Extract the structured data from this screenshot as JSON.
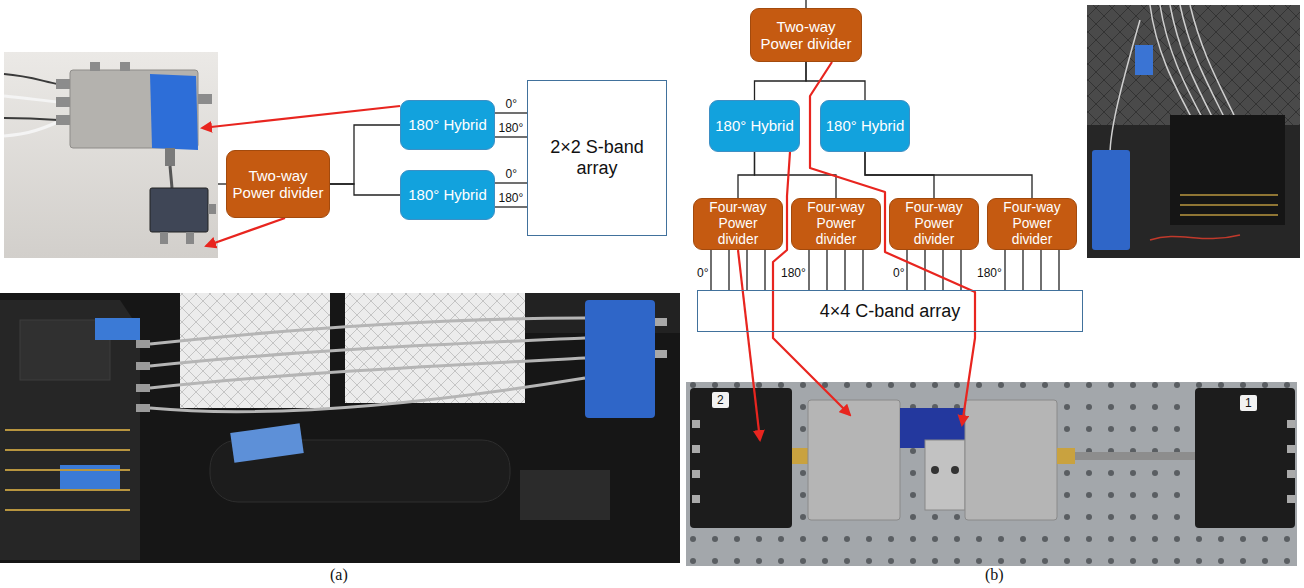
{
  "diagram": {
    "nodes": [
      {
        "text": [
          "Two-way Power divider"
        ]
      },
      {
        "text": [
          "180° Hybrid"
        ]
      },
      {
        "text": [
          "180° Hybrid"
        ]
      },
      {
        "text": [
          "2×2 S-band array"
        ]
      },
      {
        "text": [
          "Two-way Power divider"
        ]
      },
      {
        "text": [
          "180° Hybrid"
        ]
      },
      {
        "text": [
          "180° Hybrid"
        ]
      },
      {
        "text": [
          "Four-way Power divider"
        ]
      },
      {
        "text": [
          "Four-way Power divider"
        ]
      },
      {
        "text": [
          "Four-way Power divider"
        ]
      },
      {
        "text": [
          "Four-way Power divider"
        ]
      },
      {
        "text": [
          "4×4 C-band array"
        ]
      }
    ],
    "edges": [
      {
        "from": 0,
        "to": 1,
        "arrow": "none"
      },
      {
        "from": 0,
        "to": 2,
        "arrow": "none"
      },
      {
        "from": 1,
        "to": 3,
        "label": "0°",
        "arrow": "none"
      },
      {
        "from": 1,
        "to": 3,
        "label": "180°",
        "arrow": "none"
      },
      {
        "from": 2,
        "to": 3,
        "label": "0°",
        "arrow": "none"
      },
      {
        "from": 2,
        "to": 3,
        "label": "180°",
        "arrow": "none"
      },
      {
        "from": 4,
        "to": 5,
        "arrow": "none"
      },
      {
        "from": 4,
        "to": 6,
        "arrow": "none"
      },
      {
        "from": 5,
        "to": 7,
        "arrow": "none"
      },
      {
        "from": 5,
        "to": 8,
        "arrow": "none"
      },
      {
        "from": 6,
        "to": 9,
        "arrow": "none"
      },
      {
        "from": 6,
        "to": 10,
        "arrow": "none"
      },
      {
        "from": 7,
        "to": 11,
        "label": "0°",
        "arrow": "none"
      },
      {
        "from": 7,
        "to": 11,
        "arrow": "none"
      },
      {
        "from": 7,
        "to": 11,
        "arrow": "none"
      },
      {
        "from": 7,
        "to": 11,
        "arrow": "none"
      },
      {
        "from": 8,
        "to": 11,
        "label": "180°",
        "arrow": "none"
      },
      {
        "from": 8,
        "to": 11,
        "arrow": "none"
      },
      {
        "from": 8,
        "to": 11,
        "arrow": "none"
      },
      {
        "from": 8,
        "to": 11,
        "arrow": "none"
      },
      {
        "from": 9,
        "to": 11,
        "label": "0°",
        "arrow": "none"
      },
      {
        "from": 9,
        "to": 11,
        "arrow": "none"
      },
      {
        "from": 9,
        "to": 11,
        "arrow": "none"
      },
      {
        "from": 9,
        "to": 11,
        "arrow": "none"
      },
      {
        "from": 10,
        "to": 11,
        "label": "180°",
        "arrow": "none"
      },
      {
        "from": 10,
        "to": 11,
        "arrow": "none"
      },
      {
        "from": 10,
        "to": 11,
        "arrow": "none"
      },
      {
        "from": 10,
        "to": 11,
        "arrow": "none"
      }
    ],
    "labels": [
      "(a)",
      "(b)",
      "2",
      "1"
    ]
  }
}
